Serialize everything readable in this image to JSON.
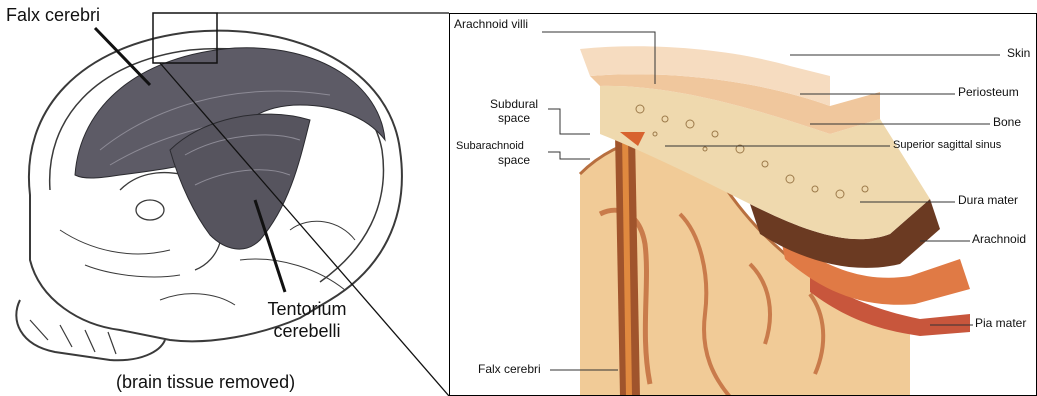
{
  "left_figure": {
    "labels": {
      "falx_cerebri": "Falx cerebri",
      "tentorium_line1": "Tentorium",
      "tentorium_line2": "cerebelli",
      "caption": "(brain tissue removed)"
    }
  },
  "right_figure": {
    "labels": {
      "arachnoid_villi": "Arachnoid villi",
      "subdural_line1": "Subdural",
      "subdural_line2": "space",
      "subarachnoid_line1": "Subarachnoid",
      "subarachnoid_line2": "space",
      "falx_cerebri": "Falx cerebri",
      "skin": "Skin",
      "periosteum": "Periosteum",
      "bone": "Bone",
      "superior_sagittal_sinus": "Superior sagittal sinus",
      "dura_mater": "Dura mater",
      "arachnoid": "Arachnoid",
      "pia_mater": "Pia mater"
    }
  },
  "colors": {
    "skin": "#f6dcc0",
    "periosteum": "#f0c79d",
    "bone": "#efd9ae",
    "dura_mater": "#6b3a22",
    "arachnoid": "#e07a45",
    "pia_mater": "#c8563c",
    "brain": "#f1cb97"
  }
}
